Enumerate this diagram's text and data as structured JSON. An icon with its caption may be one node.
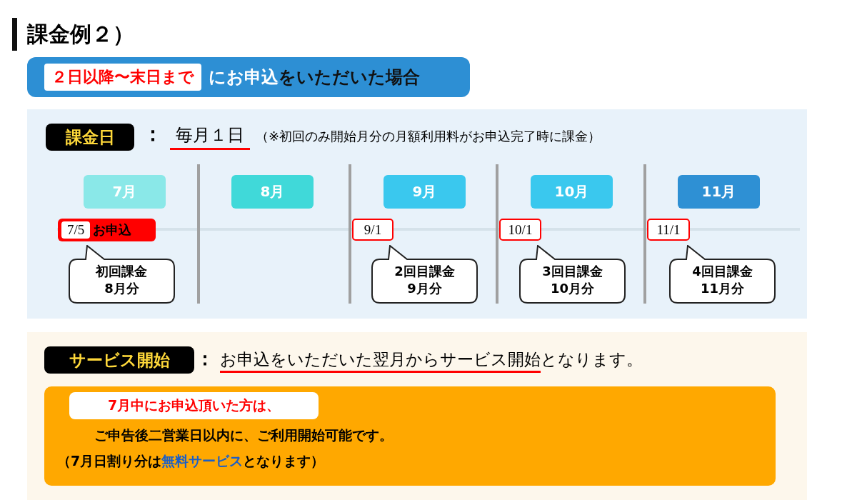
{
  "diagram": {
    "title": "課金例２）",
    "nodes": [
      {
        "text": [
          "２日以降〜末日まで",
          "にお申込",
          "をいただいた場合"
        ]
      },
      {
        "text": [
          "：",
          "毎月１日",
          "（※初回のみ開始月分の月額利用料がお申込完了時に課金）"
        ]
      },
      {
        "text": [
          "課金日"
        ],
        "in": 1
      },
      {
        "text": [
          "7月"
        ],
        "in": 1
      },
      {
        "text": [
          "8月"
        ],
        "in": 1
      },
      {
        "text": [
          "9月"
        ],
        "in": 1
      },
      {
        "text": [
          "10月"
        ],
        "in": 1
      },
      {
        "text": [
          "11月"
        ],
        "in": 1
      },
      {
        "text": [
          "7/5",
          "お申込"
        ],
        "in": 1
      },
      {
        "text": [
          "9/1"
        ],
        "in": 1
      },
      {
        "text": [
          "10/1"
        ],
        "in": 1
      },
      {
        "text": [
          "11/1"
        ],
        "in": 1
      },
      {
        "text": [
          "初回課金8月分"
        ],
        "in": 1
      },
      {
        "text": [
          "2回目課金9月分"
        ],
        "in": 1
      },
      {
        "text": [
          "3回目課金10月分"
        ],
        "in": 1
      },
      {
        "text": [
          "4回目課金11月分"
        ],
        "in": 1
      },
      {
        "text": [
          "：",
          "お申込をいただいた翌月からサービス開始",
          "となります。"
        ]
      },
      {
        "text": [
          "サービス開始"
        ],
        "in": 16
      },
      {
        "text": [
          "ご申告後二営業日以内に、ご利用開始可能です。",
          "（7月日割り分は",
          "無料サービス",
          "となります）"
        ],
        "in": 16
      },
      {
        "text": [
          "7月中にお申込頂いた方は、"
        ],
        "in": 18
      }
    ]
  }
}
